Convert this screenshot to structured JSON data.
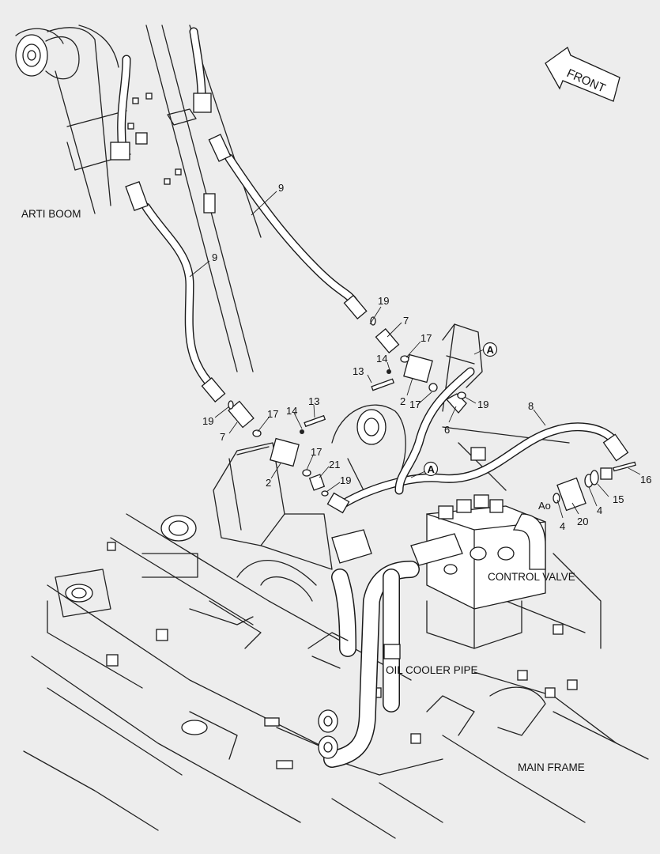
{
  "labels": {
    "arti_boom": "ARTI BOOM",
    "control_valve": "CONTROL VALVE",
    "oil_cooler_pipe": "OIL COOLER PIPE",
    "main_frame": "MAIN FRAME",
    "front": "FRONT"
  },
  "callouts": {
    "n9a": "9",
    "n9b": "9",
    "n19a": "19",
    "n7a": "7",
    "n17a": "17",
    "n14a": "14",
    "n13a": "13",
    "n2a": "2",
    "n17b": "17",
    "n19b": "19",
    "n6": "6",
    "n8": "8",
    "n16": "16",
    "n15": "15",
    "n4a": "4",
    "n4b": "4",
    "n20": "20",
    "ao": "Ao",
    "n19c": "19",
    "n7b": "7",
    "n17c": "17",
    "n14b": "14",
    "n13b": "13",
    "n2b": "2",
    "n17d": "17",
    "n21": "21",
    "n19d": "19",
    "refA1": "A",
    "refA2": "A"
  },
  "colors": {
    "background": "#ededed",
    "line": "#222222",
    "hose_fill": "#ffffff"
  }
}
